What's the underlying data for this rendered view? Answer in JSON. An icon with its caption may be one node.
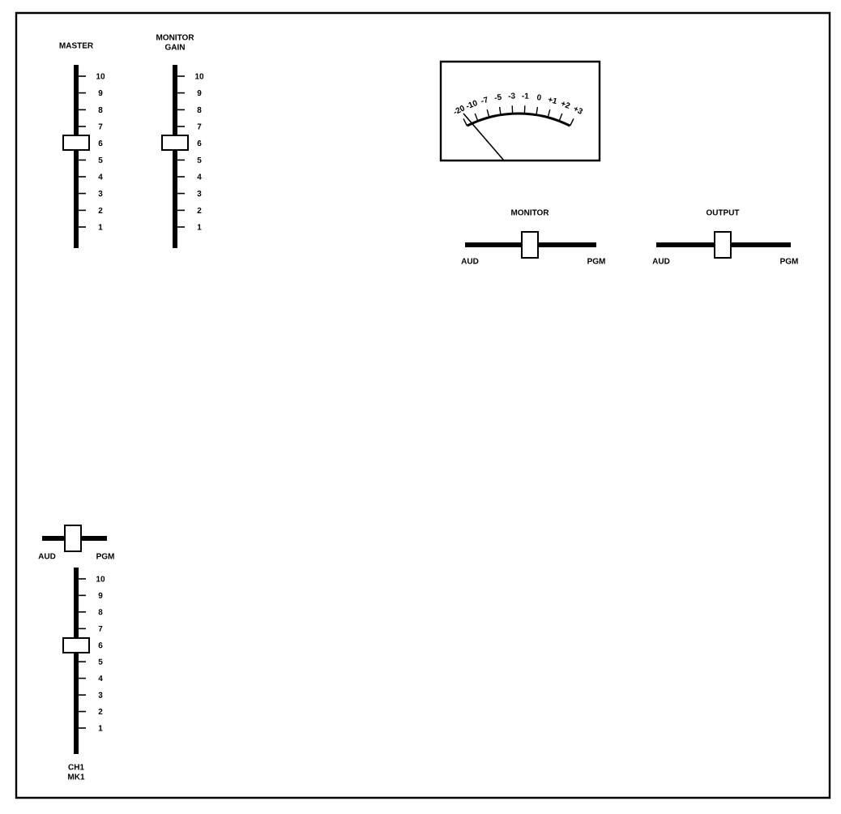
{
  "diagram": {
    "labels": [
      "MASTER",
      "MONITOR GAIN",
      "10",
      "9",
      "8",
      "7",
      "6",
      "5",
      "4",
      "3",
      "2",
      "1",
      "10",
      "9",
      "8",
      "7",
      "6",
      "5",
      "4",
      "3",
      "2",
      "1",
      "-20",
      "-10",
      "-7",
      "-5",
      "-3",
      "-1",
      "0",
      "+1",
      "+2",
      "+3",
      "MONITOR",
      "AUD",
      "PGM",
      "OUTPUT",
      "AUD",
      "PGM",
      "AUD",
      "PGM",
      "10",
      "9",
      "8",
      "7",
      "6",
      "5",
      "4",
      "3",
      "2",
      "1",
      "CH1 MK1"
    ]
  }
}
